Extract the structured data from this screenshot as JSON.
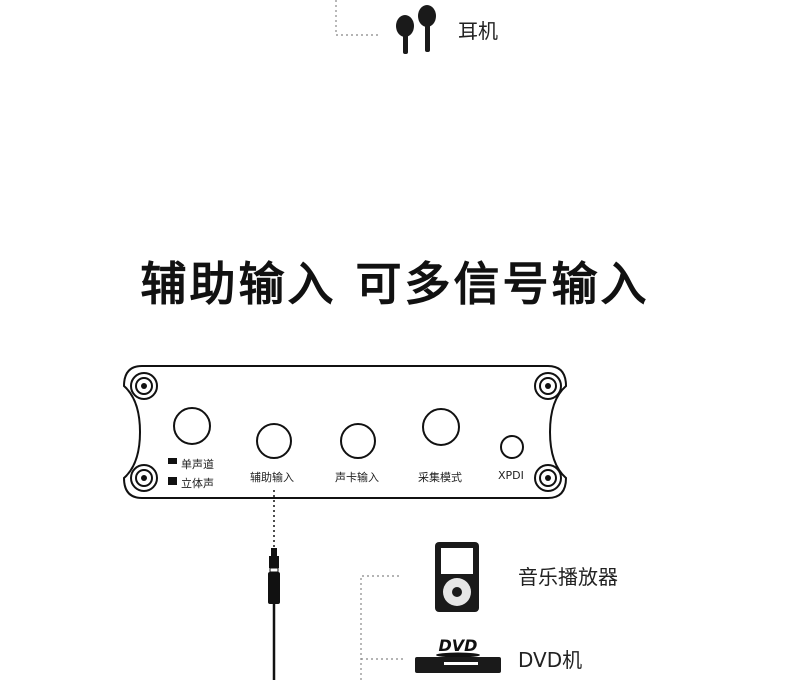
{
  "top_section": {
    "earphone_label": "耳机"
  },
  "headline": "辅助输入  可多信号输入",
  "device_panel": {
    "mono_label": "单声道",
    "stereo_label": "立体声",
    "ports": [
      {
        "label": "辅助输入"
      },
      {
        "label": "声卡输入"
      },
      {
        "label": "采集模式"
      },
      {
        "label": "XPDI"
      }
    ]
  },
  "sources": [
    {
      "label": "音乐播放器",
      "icon": "music-player-icon"
    },
    {
      "label": "DVD机",
      "icon": "dvd-player-icon"
    }
  ],
  "dvd_logo_text": "DVD",
  "colors": {
    "ink": "#111111",
    "line": "#222222",
    "dotted": "#888888"
  }
}
